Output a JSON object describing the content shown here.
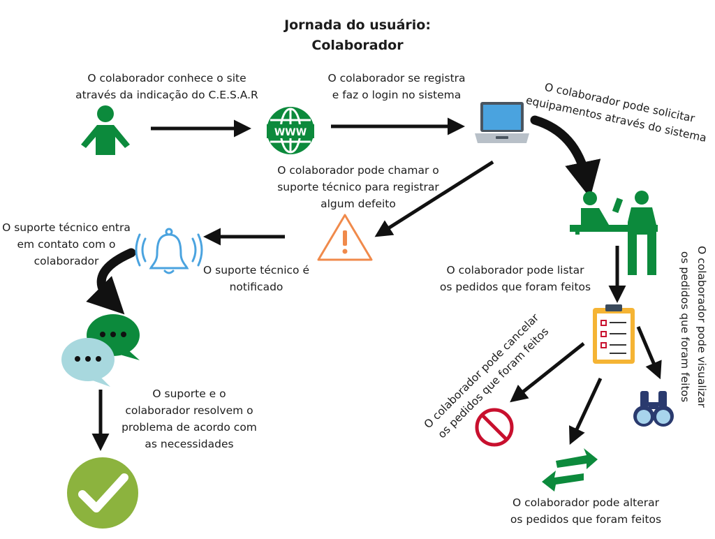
{
  "title": {
    "line1": "Jornada do usuário:",
    "line2": "Colaborador"
  },
  "steps": {
    "discover": "O colaborador conhece o site\natravés da indicação do C.E.S.A.R",
    "register": "O colaborador se registra\ne faz o login no sistema",
    "request": "O colaborador pode solicitar\nequipamentos através do sistema",
    "call_support": "O colaborador pode chamar o\nsuporte técnico para registrar\nalgum defeito",
    "support_notified": "O suporte técnico é\nnotificado",
    "support_contacts": "O suporte técnico entra\nem contato com o\ncolaborador",
    "resolve": "O suporte e o\ncolaborador resolvem o\nproblema de acordo com\nas necessidades",
    "list_orders": "O colaborador pode listar\nos pedidos que foram feitos",
    "view_orders": "O colaborador pode visualizar\nos pedidos que foram feitos",
    "cancel_orders": "O colaborador pode cancelar\nos pedidos que foram feitos",
    "alter_orders": "O colaborador pode alterar\nos pedidos que foram feitos"
  },
  "icons": {
    "user": "person-icon",
    "web": "globe-www-icon",
    "laptop": "laptop-icon",
    "request": "counter-service-icon",
    "warning": "warning-icon",
    "bell": "bell-icon",
    "chat": "chat-bubbles-icon",
    "done": "check-circle-icon",
    "list": "clipboard-list-icon",
    "view": "binoculars-icon",
    "cancel": "prohibited-icon",
    "alter": "swap-arrows-icon"
  },
  "colors": {
    "green": "#0c8a3c",
    "orange": "#f08a4b",
    "blue": "#4aa3df",
    "red": "#c8102e",
    "olive": "#8cb33e",
    "teal": "#a8d8de"
  }
}
